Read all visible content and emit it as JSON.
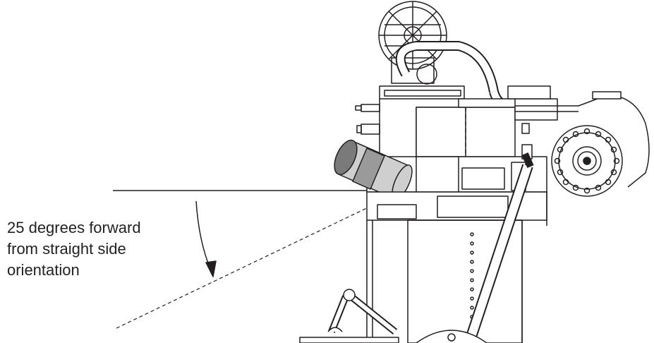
{
  "annotation": {
    "lines": [
      "25 degrees forward",
      "from straight side",
      "orientation"
    ]
  },
  "colors": {
    "line": "#231f20",
    "cylinder_dark": "#7a7a7a",
    "cylinder_light": "#cfcfcf",
    "background": "#ffffff"
  }
}
